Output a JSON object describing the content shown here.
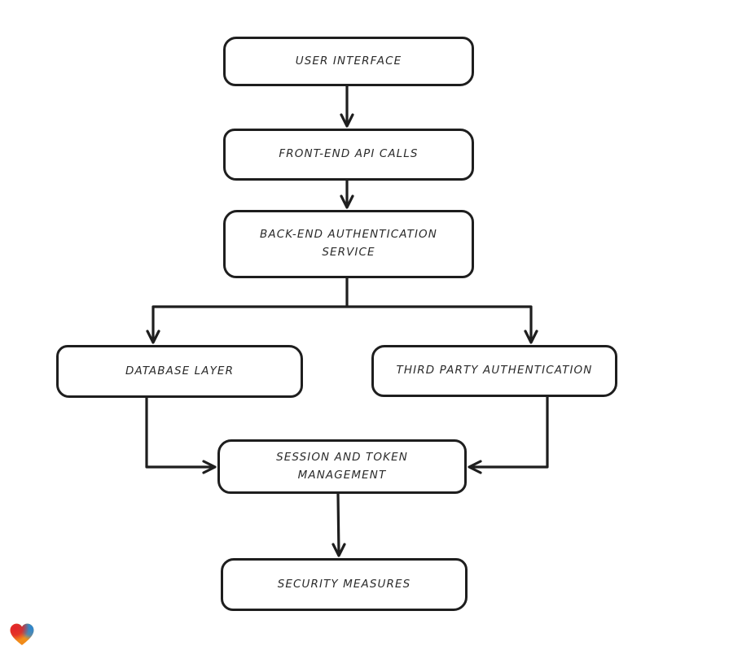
{
  "diagram": {
    "stroke_color": "#1e1e1e",
    "background_color": "#ffffff",
    "nodes": [
      {
        "id": "user-interface",
        "label": "USER INTERFACE"
      },
      {
        "id": "front-end-api-calls",
        "label": "FRONT-END API CALLS"
      },
      {
        "id": "back-end-authentication-service",
        "label": "BACK-END AUTHENTICATION SERVICE"
      },
      {
        "id": "database-layer",
        "label": "DATABASE LAYER"
      },
      {
        "id": "third-party-authentication",
        "label": "THIRD PARTY AUTHENTICATION"
      },
      {
        "id": "session-and-token-management",
        "label": "SESSION AND TOKEN MANAGEMENT"
      },
      {
        "id": "security-measures",
        "label": "SECURITY MEASURES"
      }
    ],
    "edges": [
      {
        "from": "user-interface",
        "to": "front-end-api-calls"
      },
      {
        "from": "front-end-api-calls",
        "to": "back-end-authentication-service"
      },
      {
        "from": "back-end-authentication-service",
        "to": "database-layer"
      },
      {
        "from": "back-end-authentication-service",
        "to": "third-party-authentication"
      },
      {
        "from": "database-layer",
        "to": "session-and-token-management"
      },
      {
        "from": "third-party-authentication",
        "to": "session-and-token-management"
      },
      {
        "from": "session-and-token-management",
        "to": "security-measures"
      }
    ],
    "logo": {
      "name": "whimsical-heart",
      "colors": [
        "#e2242a",
        "#4a9c3d",
        "#2e86cf",
        "#f59c1c"
      ]
    }
  }
}
